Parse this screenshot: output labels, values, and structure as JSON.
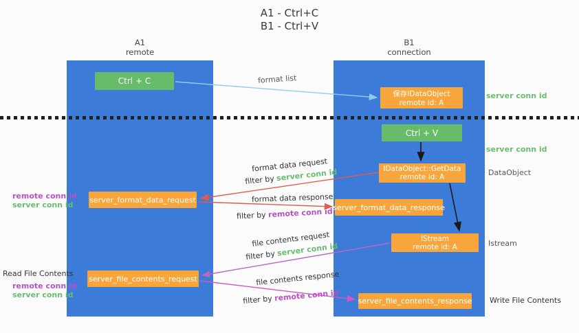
{
  "title": {
    "line1": "A1 - Ctrl+C",
    "line2": "B1 - Ctrl+V"
  },
  "lanes": {
    "left": {
      "name": "A1",
      "subtitle": "remote"
    },
    "right": {
      "name": "B1",
      "subtitle": "connection"
    }
  },
  "boxes": {
    "ctrl_c": {
      "label": "Ctrl + C"
    },
    "save_dataobject": {
      "line1": "保存IDataObject",
      "line2": "remote id: A"
    },
    "ctrl_v": {
      "label": "Ctrl + V"
    },
    "getdata": {
      "line1": "IDataObject::GetData",
      "line2": "remote id: A"
    },
    "istream": {
      "line1": "IStream",
      "line2": "remote id: A"
    },
    "format_request": {
      "label": "server_format_data_request"
    },
    "format_response": {
      "label": "server_format_data_response"
    },
    "file_request": {
      "label": "server_file_contents_request"
    },
    "file_response": {
      "label": "server_file_contents_response"
    }
  },
  "arrows": {
    "format_list": {
      "label": "format list"
    },
    "format_data_request": {
      "label": "format data request",
      "filter_prefix": "filter by ",
      "filter_value": "server conn id"
    },
    "format_data_response": {
      "label": "format data response",
      "filter_prefix": "filter by ",
      "filter_value": "remote conn id"
    },
    "file_contents_request": {
      "label": "file contents request",
      "filter_prefix": "filter by ",
      "filter_value": "server conn id"
    },
    "file_contents_response": {
      "label": "file contents response",
      "filter_prefix": "filter by ",
      "filter_value": "remote conn id"
    }
  },
  "side_notes": {
    "server_conn_id_top": "server conn id",
    "server_conn_id_mid": "server conn id",
    "dataobject": "DataObject",
    "istream": "Istream",
    "write_file_contents": "Write File Contents",
    "read_file_contents": "Read File Contents",
    "format_remote_conn_id": "remote conn id",
    "format_server_conn_id": "server conn id",
    "file_remote_conn_id": "remote conn id",
    "file_server_conn_id": "server conn id"
  },
  "colors": {
    "lane_blue": "#3d7bd8",
    "box_green": "#67bb6a",
    "box_orange": "#f8a63c",
    "text_green": "#69bd6e",
    "text_magenta": "#bb4fc8",
    "arrow_red": "#e25b50",
    "arrow_lightblue": "#90cdeb",
    "arrow_black": "#1a1a1a",
    "arrow_purple": "#bf63cd",
    "arrow_pink": "#d356c0"
  }
}
